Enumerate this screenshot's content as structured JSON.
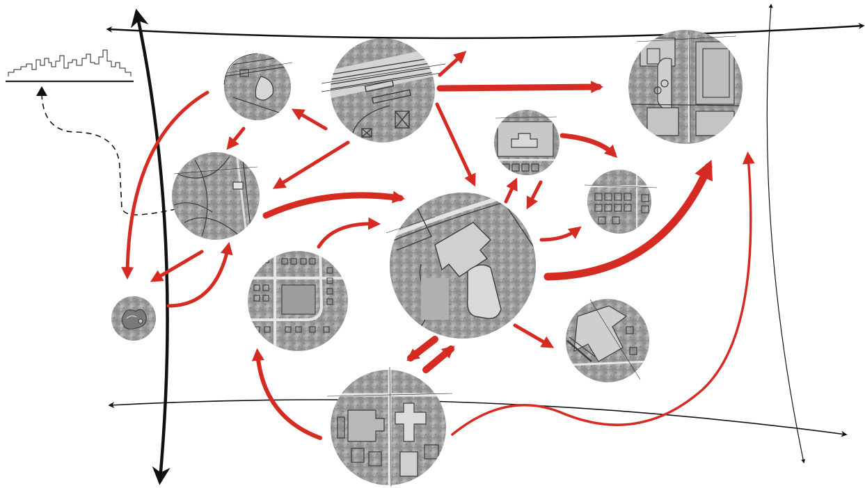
{
  "diagram": {
    "colors": {
      "background": "#ffffff",
      "axis": "#111111",
      "flow_arrow": "#d52b22",
      "map_tile_base": "#9a9a9a",
      "map_tile_dark": "#6f6f6f",
      "map_tile_light": "#c9c9c9",
      "map_lines": "#3c3c3c",
      "dashed_link": "#111111"
    },
    "icons": [
      "city-skyline-icon",
      "arrowhead-icon"
    ],
    "nodes": [
      "map-tile-park-pond",
      "map-tile-rail-corridor",
      "map-tile-sports-fields",
      "map-tile-green-corridor",
      "map-tile-church-block",
      "map-tile-housing-row",
      "map-tile-central-school",
      "map-tile-pond-small",
      "map-tile-residential-grid",
      "map-tile-apartment-block",
      "map-tile-housing-estate"
    ]
  }
}
